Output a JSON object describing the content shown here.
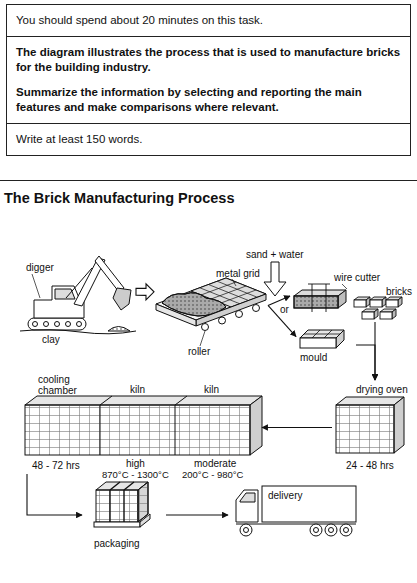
{
  "diagram": {
    "title": "The Brick Manufacturing Process",
    "nodes": [
      {
        "text": [
          "You should spend about 20 minutes on this task.",
          "The diagram illustrates the process that is used to manufacture bricks for the building industry.",
          "Summarize the information by selecting and reporting the main features and make comparisons where relevant.",
          "Write at least 150 words."
        ]
      },
      {
        "text": [
          "digger",
          "clay"
        ]
      },
      {
        "text": [
          "metal grid",
          "roller"
        ]
      },
      {
        "text": [
          "wire cutter",
          "bricks"
        ]
      },
      {
        "text": [
          "mould"
        ]
      },
      {
        "text": [
          "drying oven",
          "24 - 48 hrs"
        ]
      },
      {
        "text": [
          "cooling chamber",
          "48 - 72 hrs"
        ]
      },
      {
        "text": [
          "kiln",
          "high",
          "870°C - 1300°C"
        ]
      },
      {
        "text": [
          "kiln",
          "moderate",
          "200°C - 980°C"
        ]
      },
      {
        "text": [
          "packaging"
        ]
      },
      {
        "text": [
          "delivery"
        ]
      }
    ],
    "edges": [
      {
        "from": 1,
        "to": 2,
        "arrow": "to"
      },
      {
        "from": 2,
        "to": 3,
        "arrow": "to"
      },
      {
        "from": 2,
        "to": 4,
        "arrow": "to"
      },
      {
        "from": 3,
        "to": 5,
        "arrow": "to"
      },
      {
        "from": 4,
        "to": 5,
        "arrow": "to"
      },
      {
        "from": 5,
        "to": 8,
        "arrow": "to"
      },
      {
        "from": 6,
        "to": 9,
        "arrow": "to"
      },
      {
        "from": 9,
        "to": 10,
        "arrow": "to"
      }
    ],
    "labels": [
      "sand + water",
      "or"
    ]
  }
}
